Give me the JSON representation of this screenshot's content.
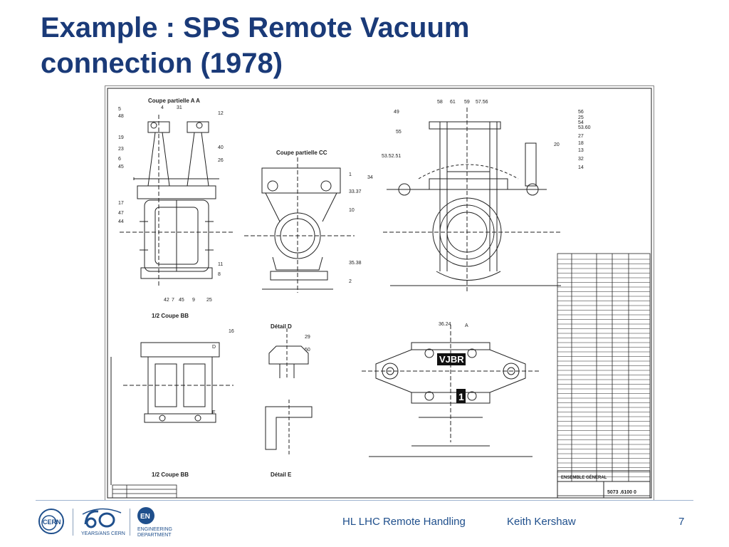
{
  "slide": {
    "title_line1": "Example : SPS Remote Vacuum",
    "title_line2": "connection (1978)"
  },
  "drawing": {
    "label_coupe_aa": "Coupe partielle  A A",
    "label_coupe_cc": "Coupe partielle  CC",
    "label_half_bb_top": "1/2 Coupe  BB",
    "label_detail_d": "Détail  D",
    "label_half_bb_bottom": "1/2 Coupe  BB",
    "label_detail_e": "Détail  E",
    "label_ensemble": "ENSEMBLE GÉNÉRAL",
    "label_drawing_no": "5073 .6100  0",
    "label_vjbr": "VJBR",
    "label_one": "1",
    "callouts_left": [
      "5",
      "48",
      "19",
      "23",
      "6",
      "45",
      "17",
      "47",
      "44"
    ],
    "callouts_top_left": [
      "4",
      "31",
      "12",
      "40",
      "26"
    ],
    "callouts_bottom_left": [
      "42",
      "7",
      "45",
      "9",
      "25",
      "11",
      "8"
    ],
    "callouts_cc": [
      "1",
      "33.37",
      "10",
      "35.38",
      "2",
      "34"
    ],
    "callouts_right_top": [
      "58",
      "61",
      "59",
      "57.56",
      "49",
      "55",
      "53.52.51"
    ],
    "callouts_right_side": [
      "56",
      "25",
      "54",
      "53.60",
      "27",
      "18",
      "13",
      "32",
      "14",
      "20"
    ],
    "callouts_detail": [
      "16",
      "D",
      "E",
      "29",
      "50",
      "36.24",
      "A"
    ]
  },
  "footer": {
    "logo_cern": "CERN",
    "logo_years": "YEARS/ANS CERN",
    "logo_en": "EN",
    "logo_en_sub1": "ENGINEERING",
    "logo_en_sub2": "DEPARTMENT",
    "project": "HL LHC Remote Handling",
    "author": "Keith Kershaw",
    "page": "7"
  },
  "colors": {
    "title": "#1a3a78",
    "footer_text": "#1f4f8c",
    "footer_line": "#9fb4cf",
    "drawing_ink": "#222222"
  }
}
